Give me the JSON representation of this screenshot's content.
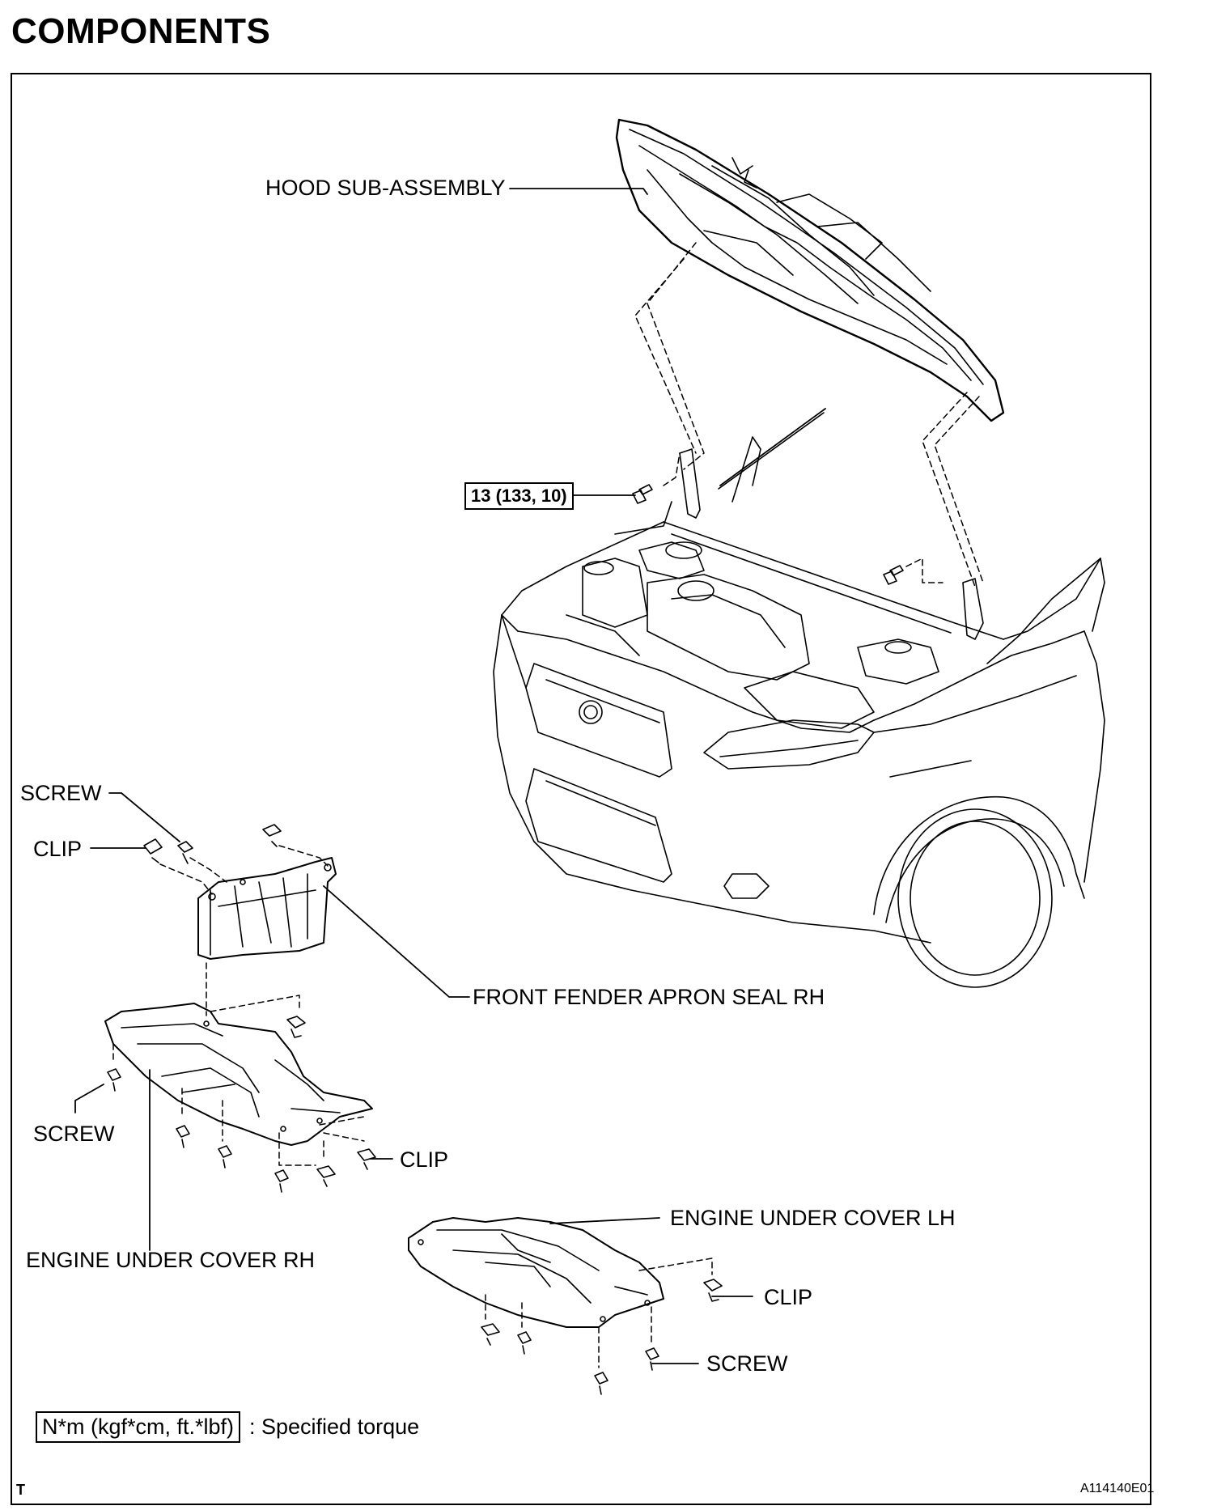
{
  "title": "COMPONENTS",
  "labels": {
    "hood": "HOOD SUB-ASSEMBLY",
    "torque_value": "13 (133, 10)",
    "screw_top": "SCREW",
    "clip_top": "CLIP",
    "apron_seal": "FRONT FENDER APRON SEAL RH",
    "screw_mid": "SCREW",
    "clip_mid": "CLIP",
    "under_cover_rh": "ENGINE UNDER COVER RH",
    "under_cover_lh": "ENGINE UNDER COVER LH",
    "clip_bottom": "CLIP",
    "screw_bottom": "SCREW"
  },
  "legend": {
    "unit": "N*m (kgf*cm, ft.*lbf)",
    "description": ": Specified torque"
  },
  "footer": {
    "left_code": "T",
    "figure_id": "A114140E01"
  }
}
